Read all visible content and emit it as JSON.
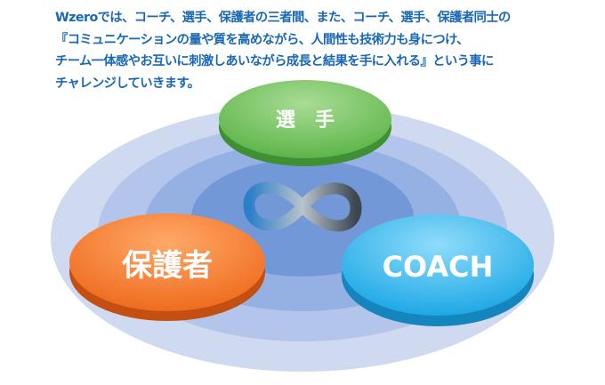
{
  "intro": {
    "lines": [
      "Wzeroでは、コーチ、選手、保護者の三者間、また、コーチ、選手、保護者同士の",
      "『コミュニケーションの量や質を高めながら、人間性も技術力も身につけ、",
      "チーム一体感やお互いに刺激しあいながら成長と結果を手に入れる』という事に",
      "チャレンジしていきます。"
    ]
  },
  "diagram": {
    "player_label": "選　手",
    "parent_label": "保護者",
    "coach_label": "COACH",
    "center_icon": "infinity-icon",
    "colors": {
      "player": "#6cc05a",
      "parent": "#f37a2a",
      "coach": "#29b3ec",
      "text": "#1a68b3"
    }
  }
}
